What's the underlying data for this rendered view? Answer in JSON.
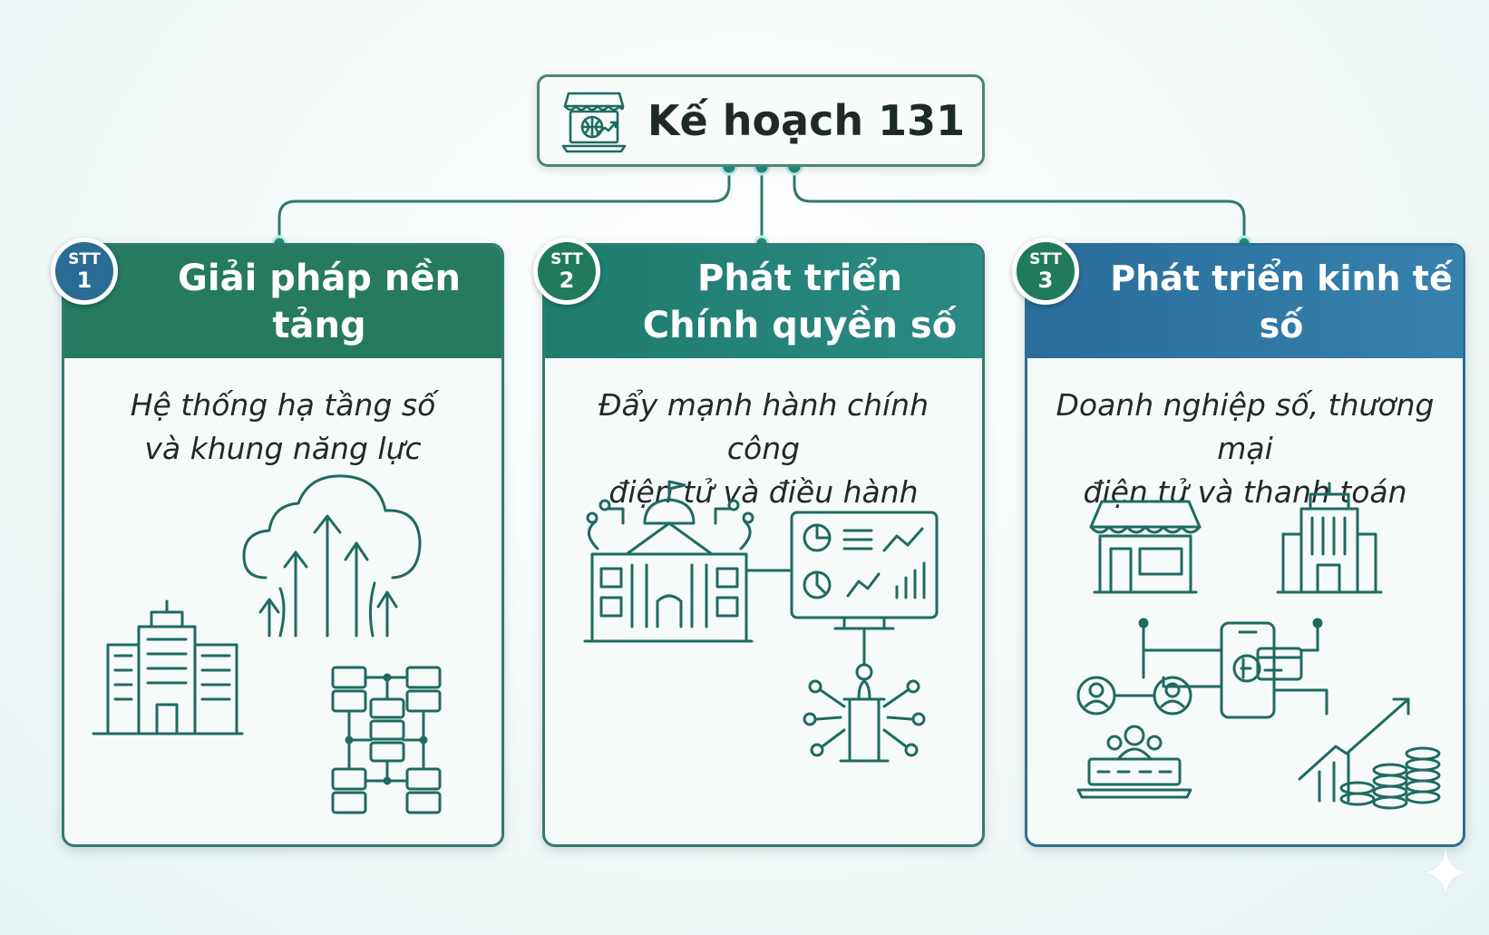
{
  "title": {
    "text": "Kế hoạch 131",
    "icon": "online-store-laptop-icon"
  },
  "cards": [
    {
      "badge_label": "STT",
      "badge_number": "1",
      "title": "Giải pháp nền tảng",
      "subtitle_lines": [
        "Hệ thống hạ tầng số",
        "và khung năng lực"
      ],
      "icons": [
        "cloud-upload-icon",
        "office-building-icon",
        "server-network-icon"
      ]
    },
    {
      "badge_label": "STT",
      "badge_number": "2",
      "title_lines": [
        "Phát triển",
        "Chính quyền số"
      ],
      "subtitle_lines": [
        "Đẩy mạnh hành chính công",
        "điện tử và điều hành"
      ],
      "icons": [
        "government-building-icon",
        "analytics-monitor-icon",
        "podium-network-icon"
      ]
    },
    {
      "badge_label": "STT",
      "badge_number": "3",
      "title": "Phát triển kinh tế số",
      "subtitle_lines": [
        "Doanh nghiệp số, thương mại",
        "điện tử và thanh toán"
      ],
      "icons": [
        "storefront-icon",
        "office-tower-icon",
        "mobile-payment-icon",
        "users-laptop-icon",
        "growth-coins-icon"
      ]
    }
  ],
  "colors": {
    "card1_header": "#257a60",
    "card2_header": "#1f7b6e",
    "card3_header": "#2a6c9a",
    "line_stroke": "#1f6b60",
    "connector": "#2b7a6d"
  }
}
